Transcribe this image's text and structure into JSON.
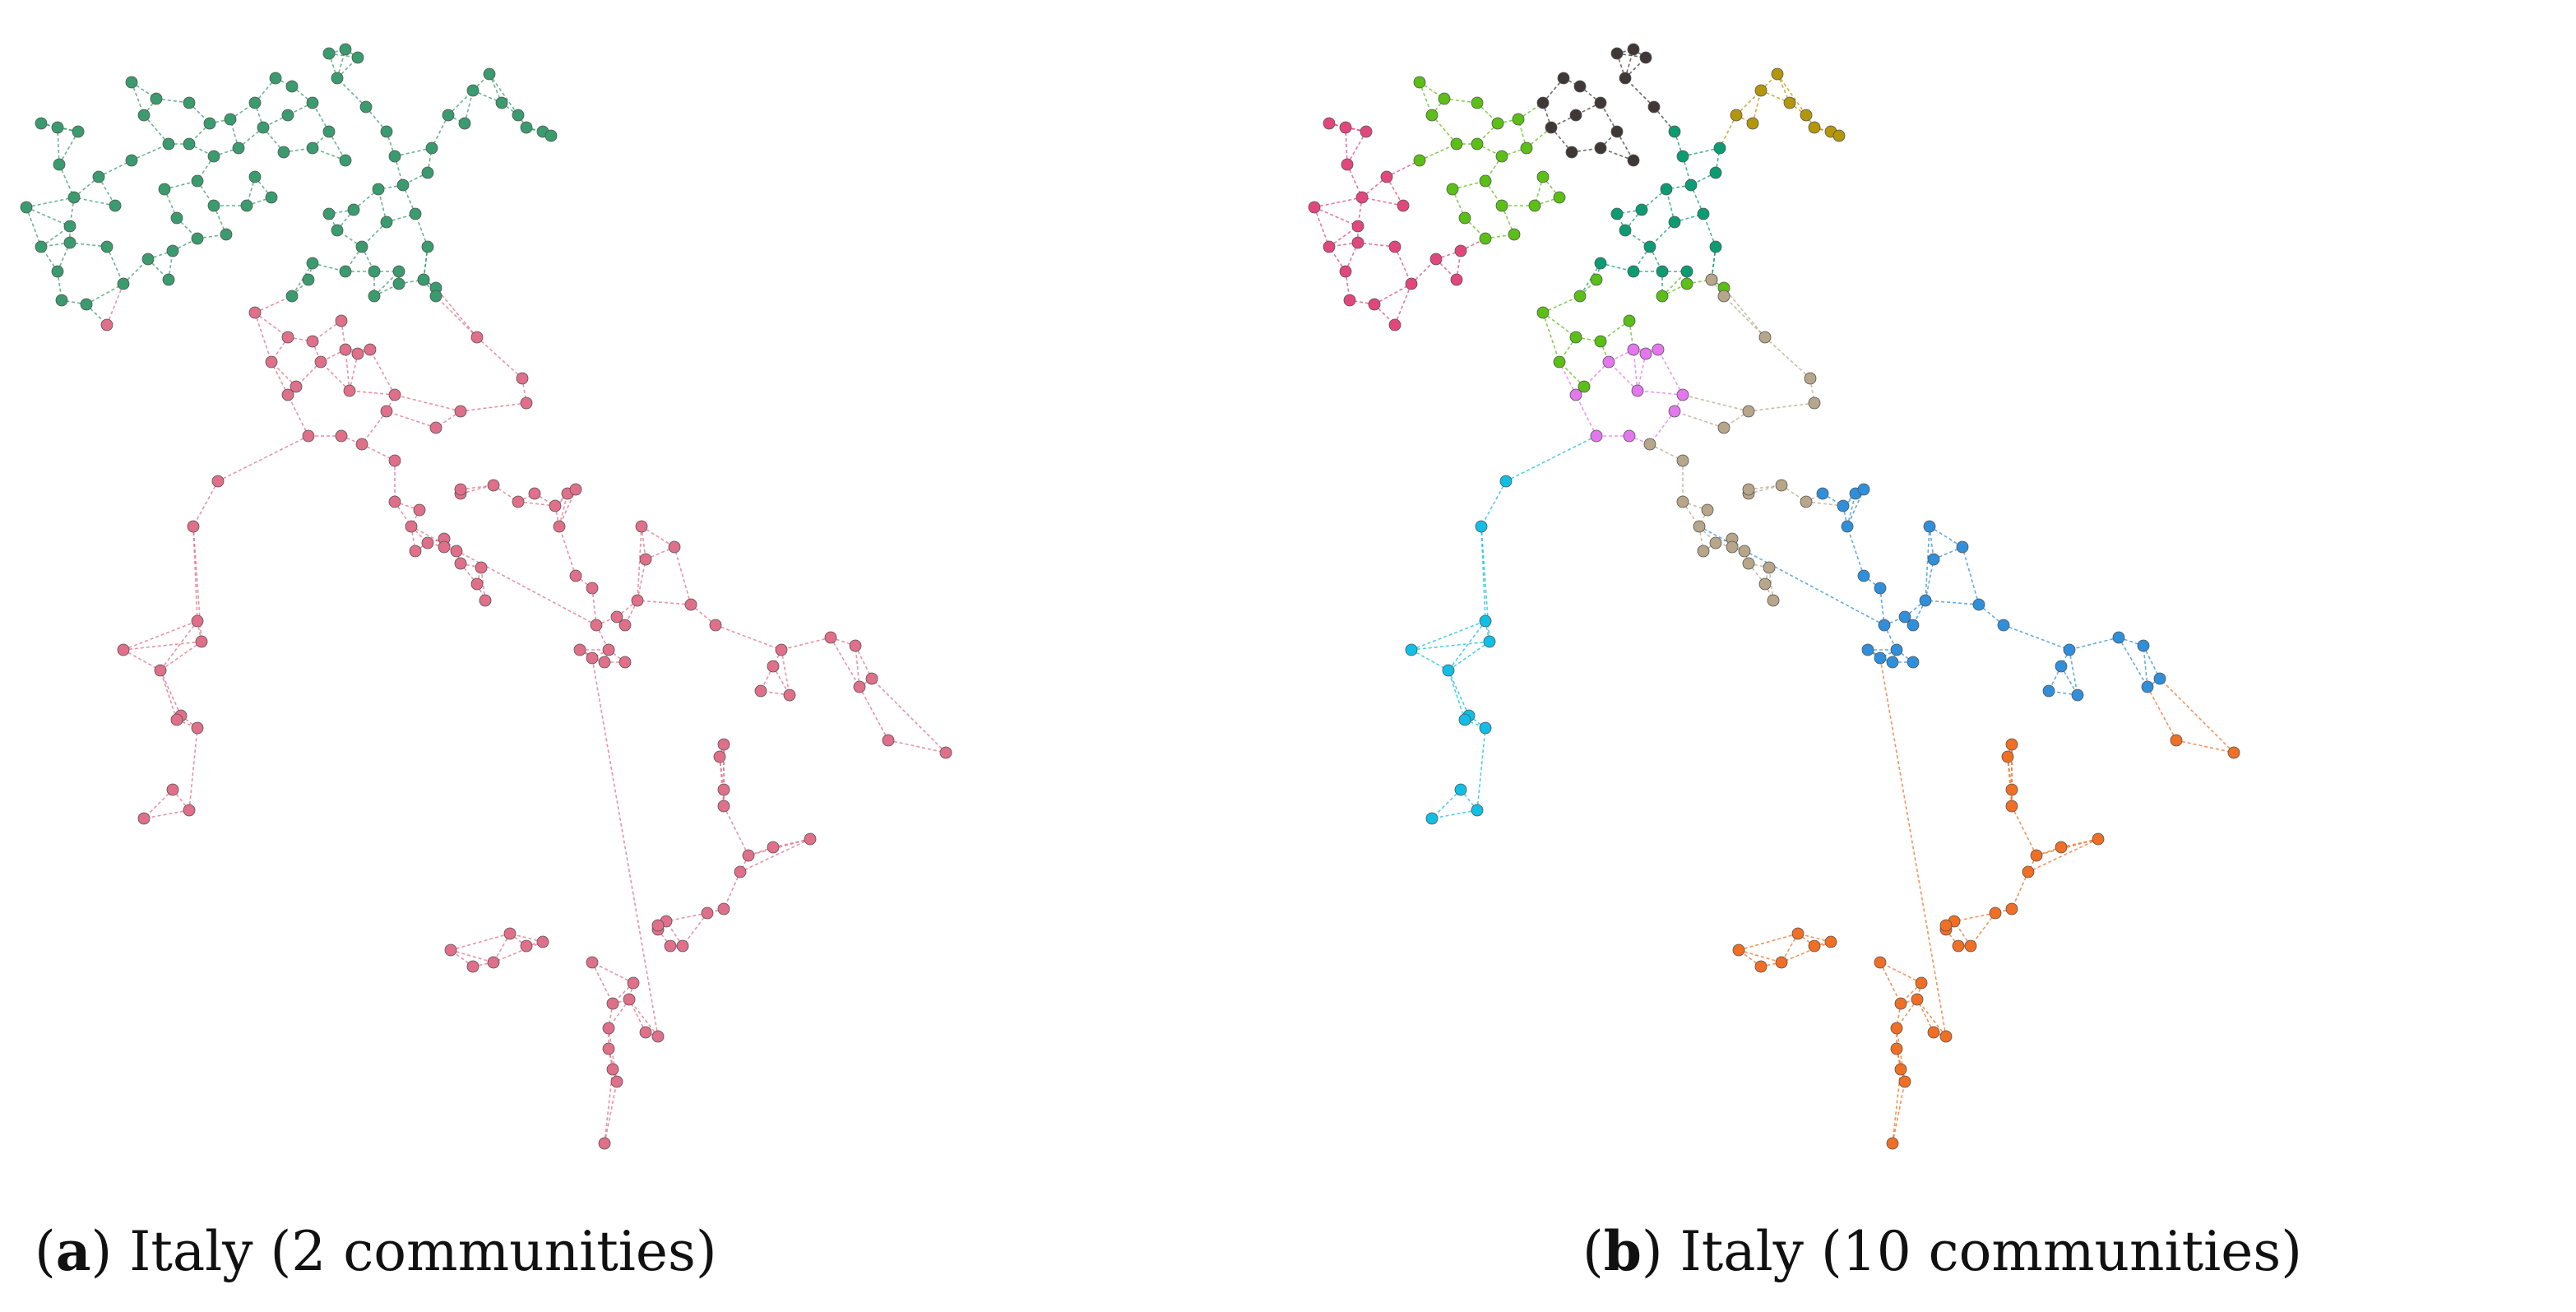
{
  "colors": {
    "panel_a": [
      "#3a9b6e",
      "#e06f8a"
    ],
    "panel_b": [
      "#e2477c",
      "#5bbf16",
      "#3f3836",
      "#b4960b",
      "#0b9c73",
      "#10bfe6",
      "#e476ee",
      "#b7a68a",
      "#2f8fdb",
      "#f06f25"
    ]
  },
  "panels": [
    {
      "id": "a",
      "caption": {
        "open": "(",
        "letter": "a",
        "rest": ") Italy (2 communities)"
      }
    },
    {
      "id": "b",
      "caption": {
        "open": "(",
        "letter": "b",
        "rest": ") Italy (10 communities)"
      }
    }
  ]
}
